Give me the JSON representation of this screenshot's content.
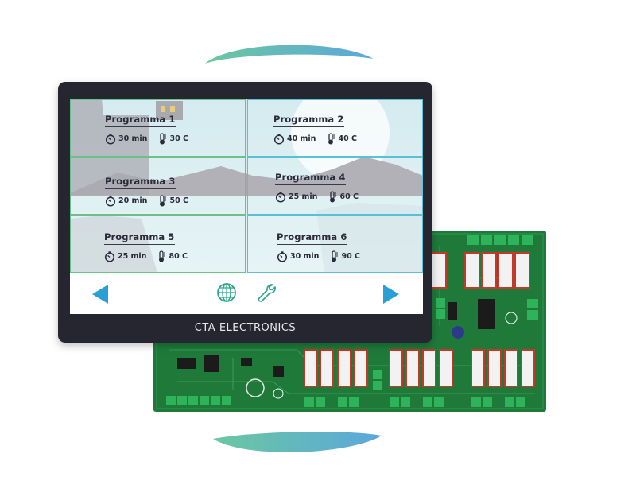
{
  "brand": {
    "name": "CTA ELECTRONICS"
  },
  "programs": [
    {
      "title": "Programma 1",
      "time": "30 min",
      "temp": "30 C"
    },
    {
      "title": "Programma 2",
      "time": "40 min",
      "temp": "40 C"
    },
    {
      "title": "Programma 3",
      "time": "20 min",
      "temp": "50 C"
    },
    {
      "title": "Programma 4",
      "time": "25 min",
      "temp": "60 C"
    },
    {
      "title": "Programma 5",
      "time": "25 min",
      "temp": "80 C"
    },
    {
      "title": "Programma 6",
      "time": "30 min",
      "temp": "90 C"
    }
  ],
  "icons": {
    "timer": "stopwatch-icon",
    "temperature": "thermometer-icon",
    "prev": "arrow-left-icon",
    "next": "arrow-right-icon",
    "language": "globe-icon",
    "settings": "wrench-icon"
  },
  "colors": {
    "device_frame": "#262631",
    "accent": "#2a9fd6",
    "tile_border_blue": "#5bbfd6",
    "tile_border_green": "#6cc08a",
    "pcb_green": "#1f7a3a",
    "swoosh_green": "#6cc7a0",
    "swoosh_blue": "#5aa7dc"
  }
}
